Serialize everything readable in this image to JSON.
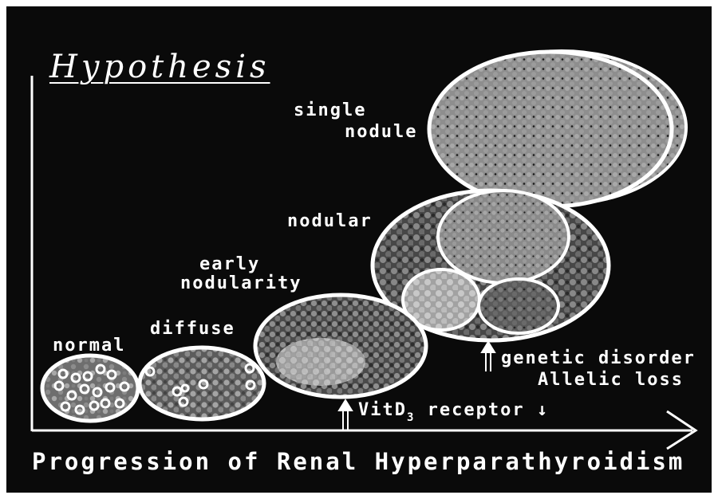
{
  "title": "Hypothesis",
  "x_axis_label": "Progression of Renal Hyperparathyroidism",
  "stages": {
    "normal": "normal",
    "diffuse": "diffuse",
    "early_line1": "early",
    "early_line2": "nodularity",
    "nodular": "nodular",
    "single_line1": "single",
    "single_line2": "nodule"
  },
  "annotations": {
    "vitd_prefix": "VitD",
    "vitd_sub": "3",
    "vitd_suffix": " receptor",
    "vitd_down_arrow": "↓",
    "genetic_disorder": "genetic disorder",
    "allelic_loss": "Allelic loss"
  },
  "colors": {
    "background": "#0a0a0a",
    "foreground": "#ffffff",
    "cell_light": "#c8c8c8",
    "cell_mid": "#9a9a9a",
    "cell_dark": "#5a5a5a"
  }
}
